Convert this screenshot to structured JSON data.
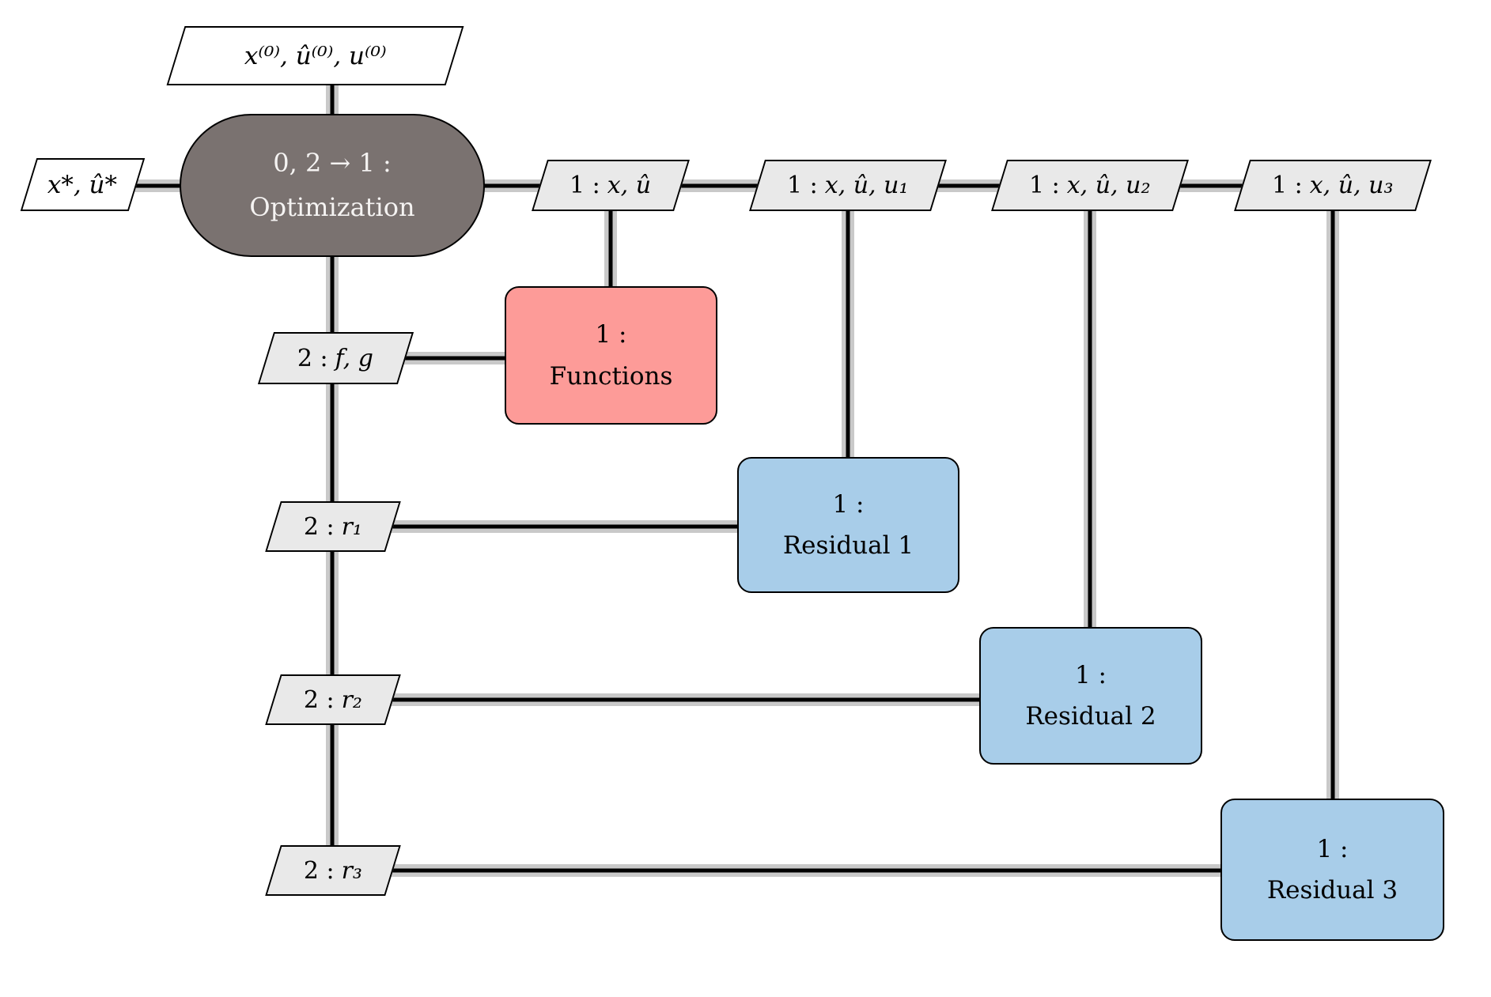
{
  "diagram": {
    "type": "xdsm-process-diagram",
    "colors": {
      "optimization_fill": "#7a7270",
      "optimization_text": "#f5f3f2",
      "functions_fill": "#fd9b98",
      "residual_fill": "#a8cde9",
      "parallelogram_fill": "#e9e9e9",
      "io_parallelogram_fill": "#ffffff",
      "data_line": "#c9c9c9",
      "process_line": "#000000",
      "border": "#000000",
      "text": "#000000"
    },
    "nodes": {
      "initial_inputs": {
        "math": "x⁽⁰⁾, û⁽⁰⁾, u⁽⁰⁾"
      },
      "optimal_outputs": {
        "math": "x*, û*"
      },
      "optimization": {
        "line1": "0, 2 → 1 :",
        "line2": "Optimization"
      },
      "data_xu": {
        "prefix": "1 :",
        "math": "x, û"
      },
      "data_xu_u1": {
        "prefix": "1 :",
        "math": "x, û, u₁"
      },
      "data_xu_u2": {
        "prefix": "1 :",
        "math": "x, û, u₂"
      },
      "data_xu_u3": {
        "prefix": "1 :",
        "math": "x, û, u₃"
      },
      "functions": {
        "line1": "1 :",
        "line2": "Functions"
      },
      "residual1": {
        "line1": "1 :",
        "line2": "Residual 1"
      },
      "residual2": {
        "line1": "1 :",
        "line2": "Residual 2"
      },
      "residual3": {
        "line1": "1 :",
        "line2": "Residual 3"
      },
      "out_fg": {
        "prefix": "2 :",
        "math": "f, g"
      },
      "out_r1": {
        "prefix": "2 :",
        "math": "r₁"
      },
      "out_r2": {
        "prefix": "2 :",
        "math": "r₂"
      },
      "out_r3": {
        "prefix": "2 :",
        "math": "r₃"
      }
    }
  }
}
